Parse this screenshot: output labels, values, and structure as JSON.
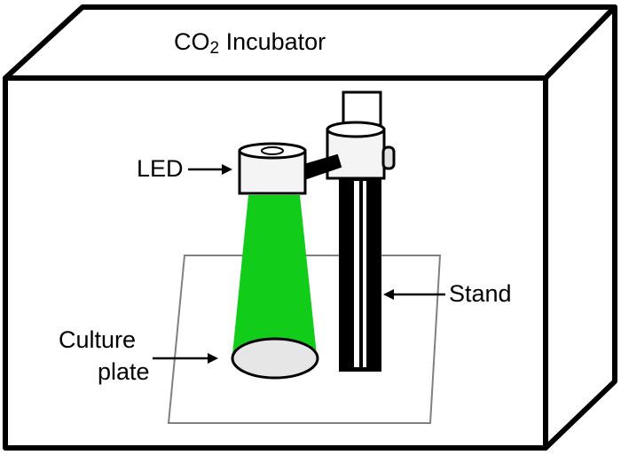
{
  "title": {
    "prefix": "CO",
    "subscript": "2",
    "suffix": " Incubator"
  },
  "labels": {
    "led": "LED",
    "stand": "Stand",
    "culture_line1": "Culture",
    "culture_line2": "plate"
  },
  "colors": {
    "outline": "#000000",
    "background": "#ffffff",
    "light_beam": "#12cc1a",
    "plate_fill": "#e6e6e6",
    "platform_line": "#808080",
    "fixture_fill": "#f4f4f4"
  }
}
